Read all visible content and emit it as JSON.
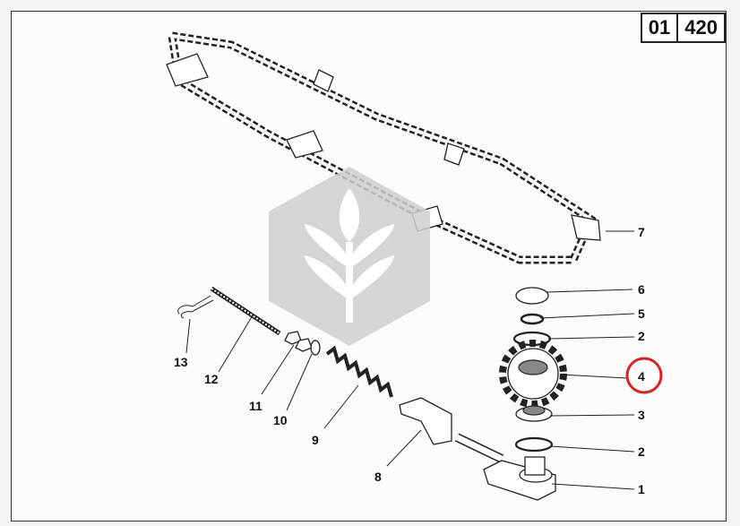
{
  "header": {
    "group": "01",
    "page": "420"
  },
  "callouts": {
    "p1": "1",
    "p2a": "2",
    "p2b": "2",
    "p3": "3",
    "p4": "4",
    "p5": "5",
    "p6": "6",
    "p7": "7",
    "p8": "8",
    "p9": "9",
    "p10": "10",
    "p11": "11",
    "p12": "12",
    "p13": "13"
  },
  "highlighted_part": "4",
  "colors": {
    "highlight": "#d0262a",
    "watermark": "#cfcfcf"
  },
  "watermark_icon": "wheat-icon"
}
